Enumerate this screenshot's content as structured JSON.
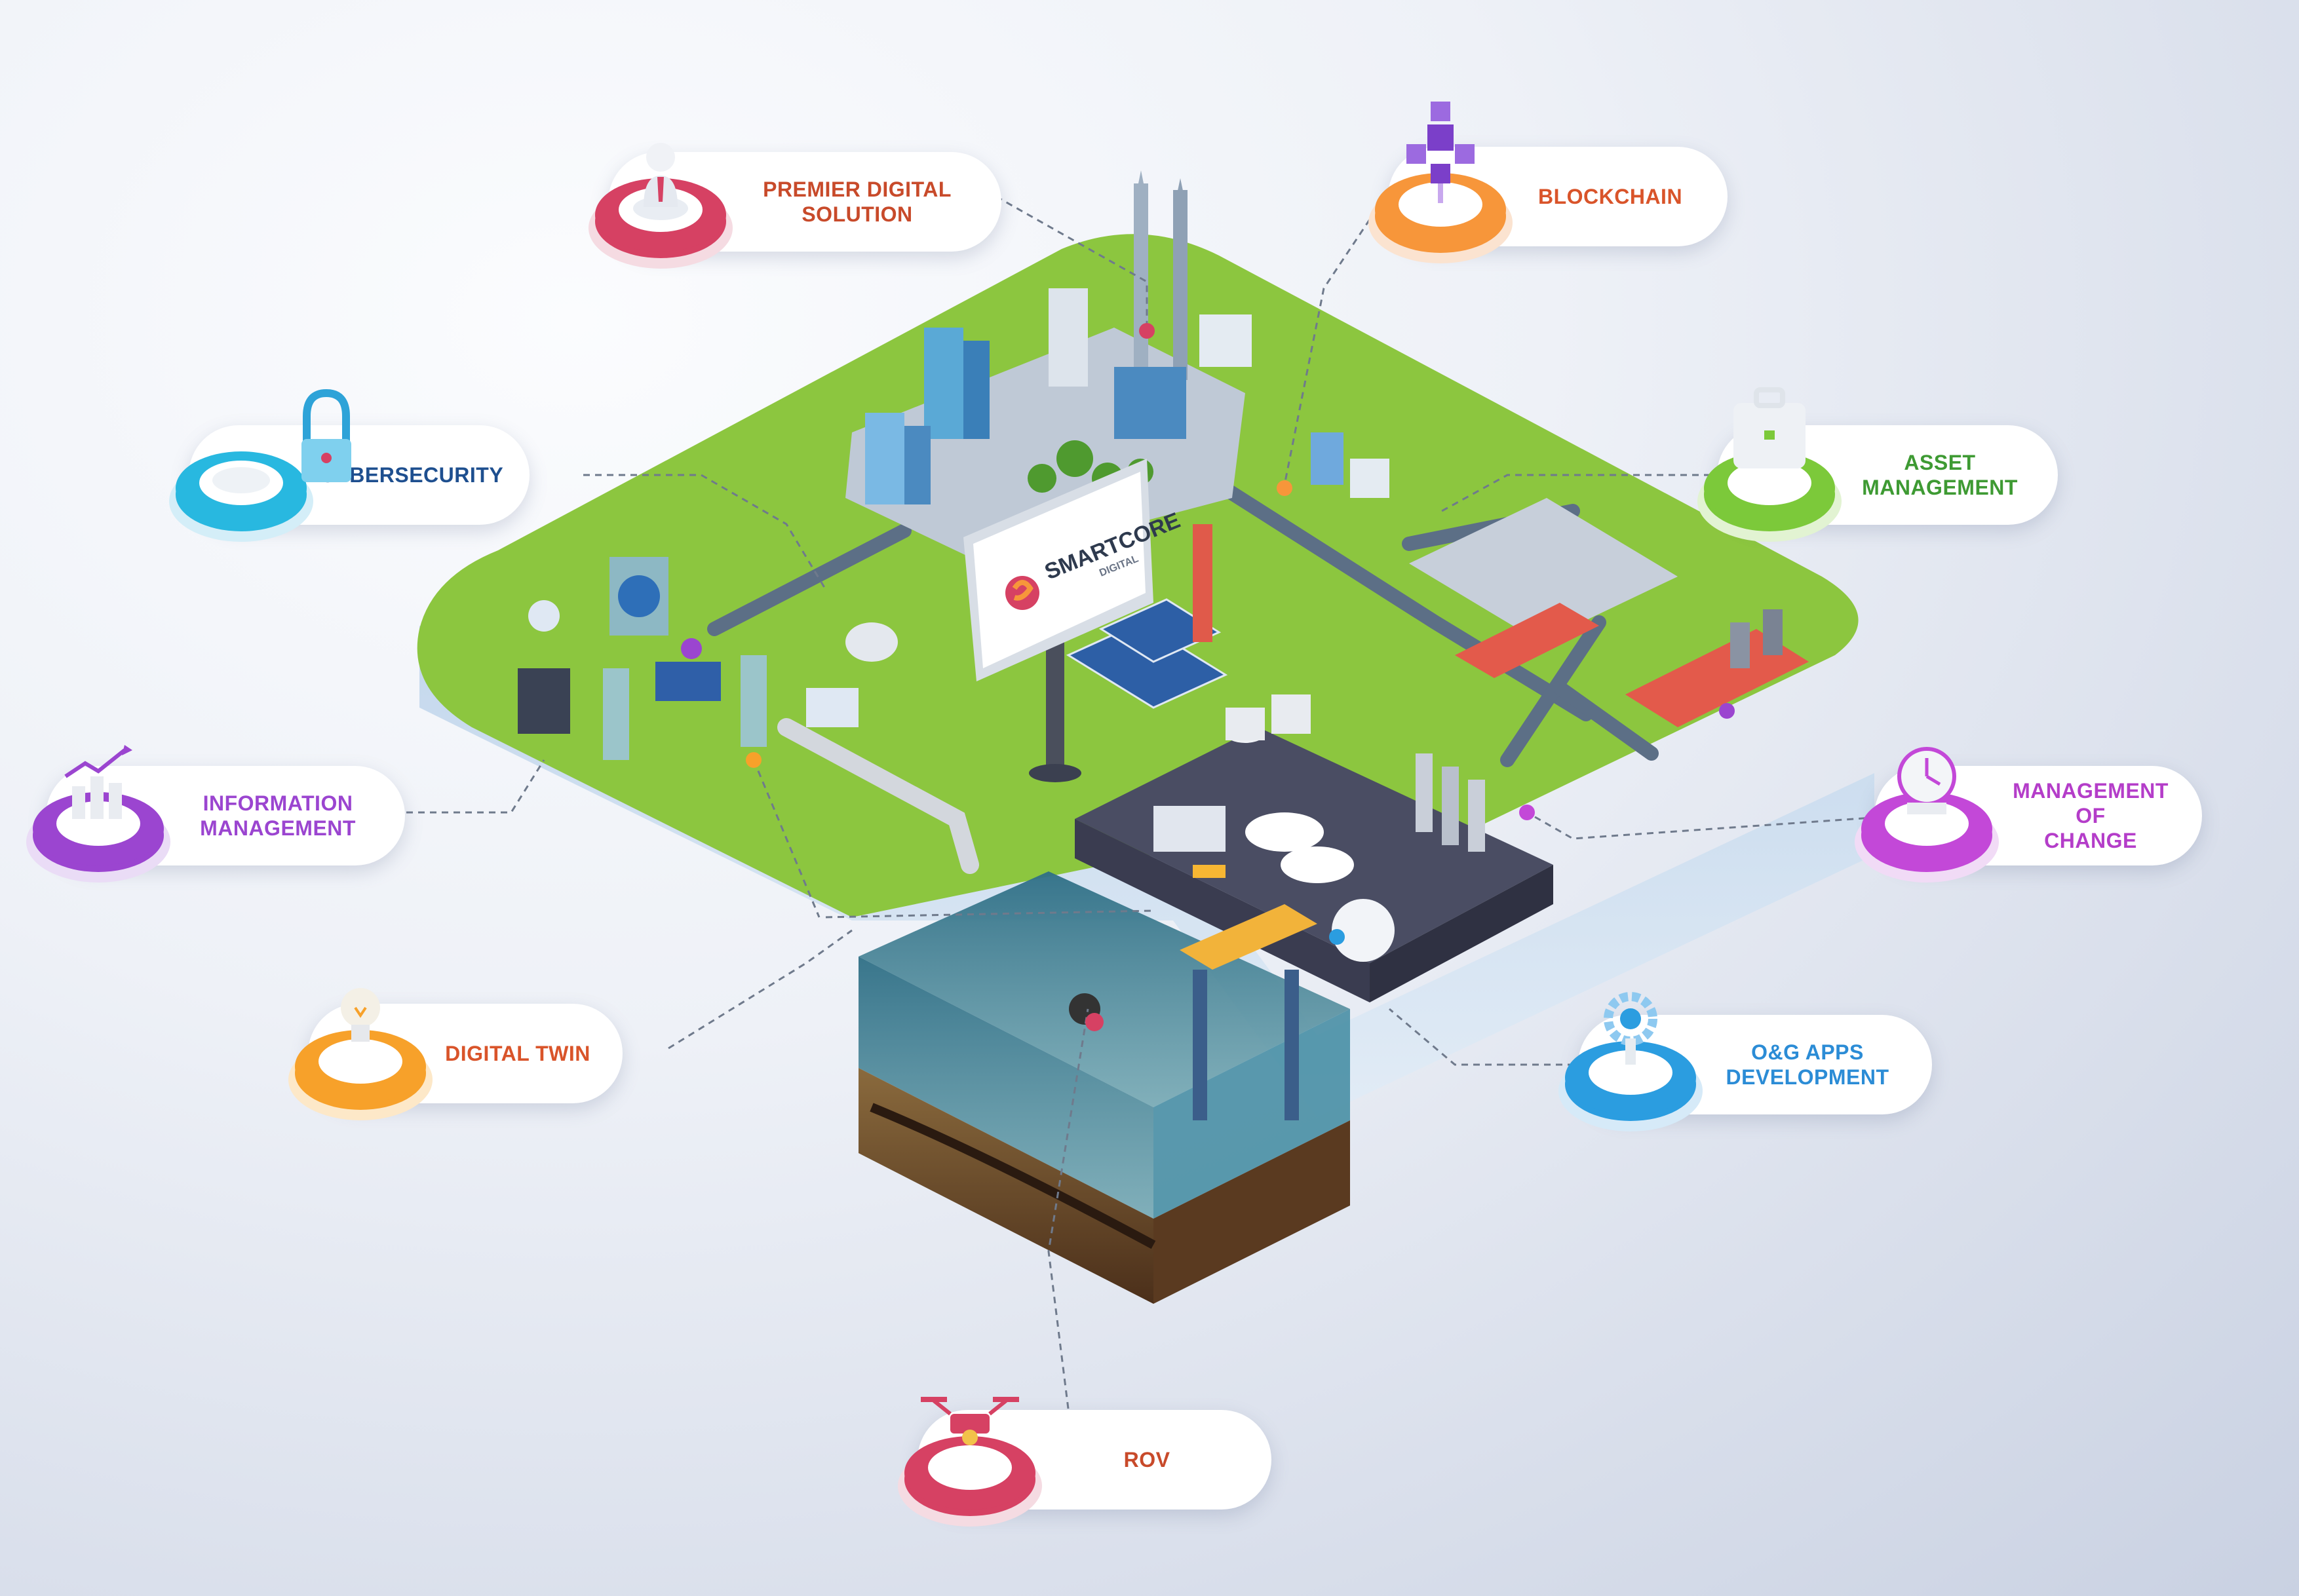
{
  "brand": {
    "name": "SMARTCORE",
    "tagline": "DIGITAL"
  },
  "nodes": [
    {
      "id": "premier",
      "label": "PREMIER DIGITAL\nSOLUTION",
      "color": "#d64163",
      "text_color": "#c84a2a",
      "icon": "businessman-icon"
    },
    {
      "id": "blockchain",
      "label": "BLOCKCHAIN",
      "color": "#f7963a",
      "text_color": "#d9542a",
      "icon": "blockchain-cubes-icon"
    },
    {
      "id": "cybersecurity",
      "label": "CYBERSECURITY",
      "color": "#28b8e0",
      "text_color": "#1e4f8f",
      "icon": "padlock-icon"
    },
    {
      "id": "asset",
      "label": "ASSET\nMANAGEMENT",
      "color": "#7cc93a",
      "text_color": "#3e9a33",
      "icon": "briefcase-icon"
    },
    {
      "id": "information",
      "label": "INFORMATION\nMANAGEMENT",
      "color": "#9b45d0",
      "text_color": "#9b45d0",
      "icon": "bar-chart-trend-icon"
    },
    {
      "id": "moc",
      "label": "MANAGEMENT OF\nCHANGE",
      "color": "#c348d8",
      "text_color": "#b43dc9",
      "icon": "clock-icon"
    },
    {
      "id": "twin",
      "label": "DIGITAL TWIN",
      "color": "#f7a12a",
      "text_color": "#d9542a",
      "icon": "lightbulb-icon"
    },
    {
      "id": "og",
      "label": "O&G APPS\nDEVELOPMENT",
      "color": "#2b9de0",
      "text_color": "#2b8cd6",
      "icon": "gear-icon"
    },
    {
      "id": "rov",
      "label": "ROV",
      "color": "#d64163",
      "text_color": "#c84a2a",
      "icon": "drone-icon"
    }
  ],
  "colors": {
    "land": "#8cc63f",
    "land_edge": "#c9dcea",
    "water": "#2e7f97",
    "soil": "#6b4a2b",
    "connector": "#6f7a8c"
  }
}
